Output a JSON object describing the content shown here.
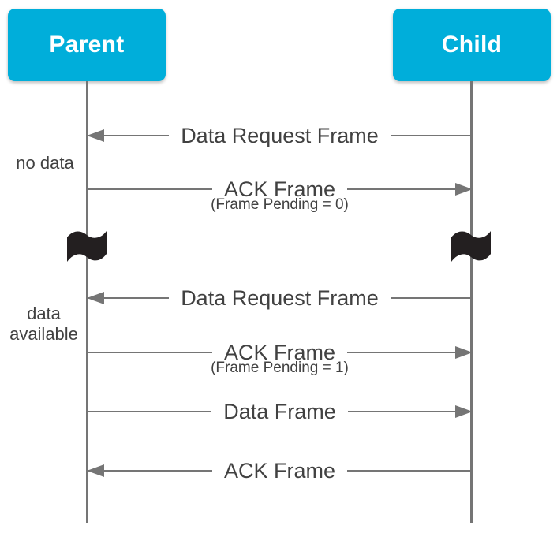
{
  "diagram": {
    "type": "sequence",
    "actors": [
      {
        "label": "Parent"
      },
      {
        "label": "Child"
      }
    ],
    "side_notes": [
      {
        "text": "no data"
      },
      {
        "text": "data available"
      }
    ],
    "messages": [
      {
        "label": "Data Request Frame",
        "direction": "child-to-parent",
        "sub": ""
      },
      {
        "label": "ACK Frame",
        "direction": "parent-to-child",
        "sub": "(Frame Pending = 0)"
      },
      {
        "label": "Data Request Frame",
        "direction": "child-to-parent",
        "sub": ""
      },
      {
        "label": "ACK Frame",
        "direction": "parent-to-child",
        "sub": "(Frame Pending = 1)"
      },
      {
        "label": "Data Frame",
        "direction": "parent-to-child",
        "sub": ""
      },
      {
        "label": "ACK Frame",
        "direction": "child-to-parent",
        "sub": ""
      }
    ],
    "icons": [
      {
        "name": "time-gap-flag",
        "meaning": "time passes / sequence break"
      }
    ],
    "colors": {
      "actor_fill": "#00AEDA",
      "actor_text": "#ffffff",
      "line": "#757575",
      "text": "#414141",
      "background": "#ffffff"
    }
  }
}
